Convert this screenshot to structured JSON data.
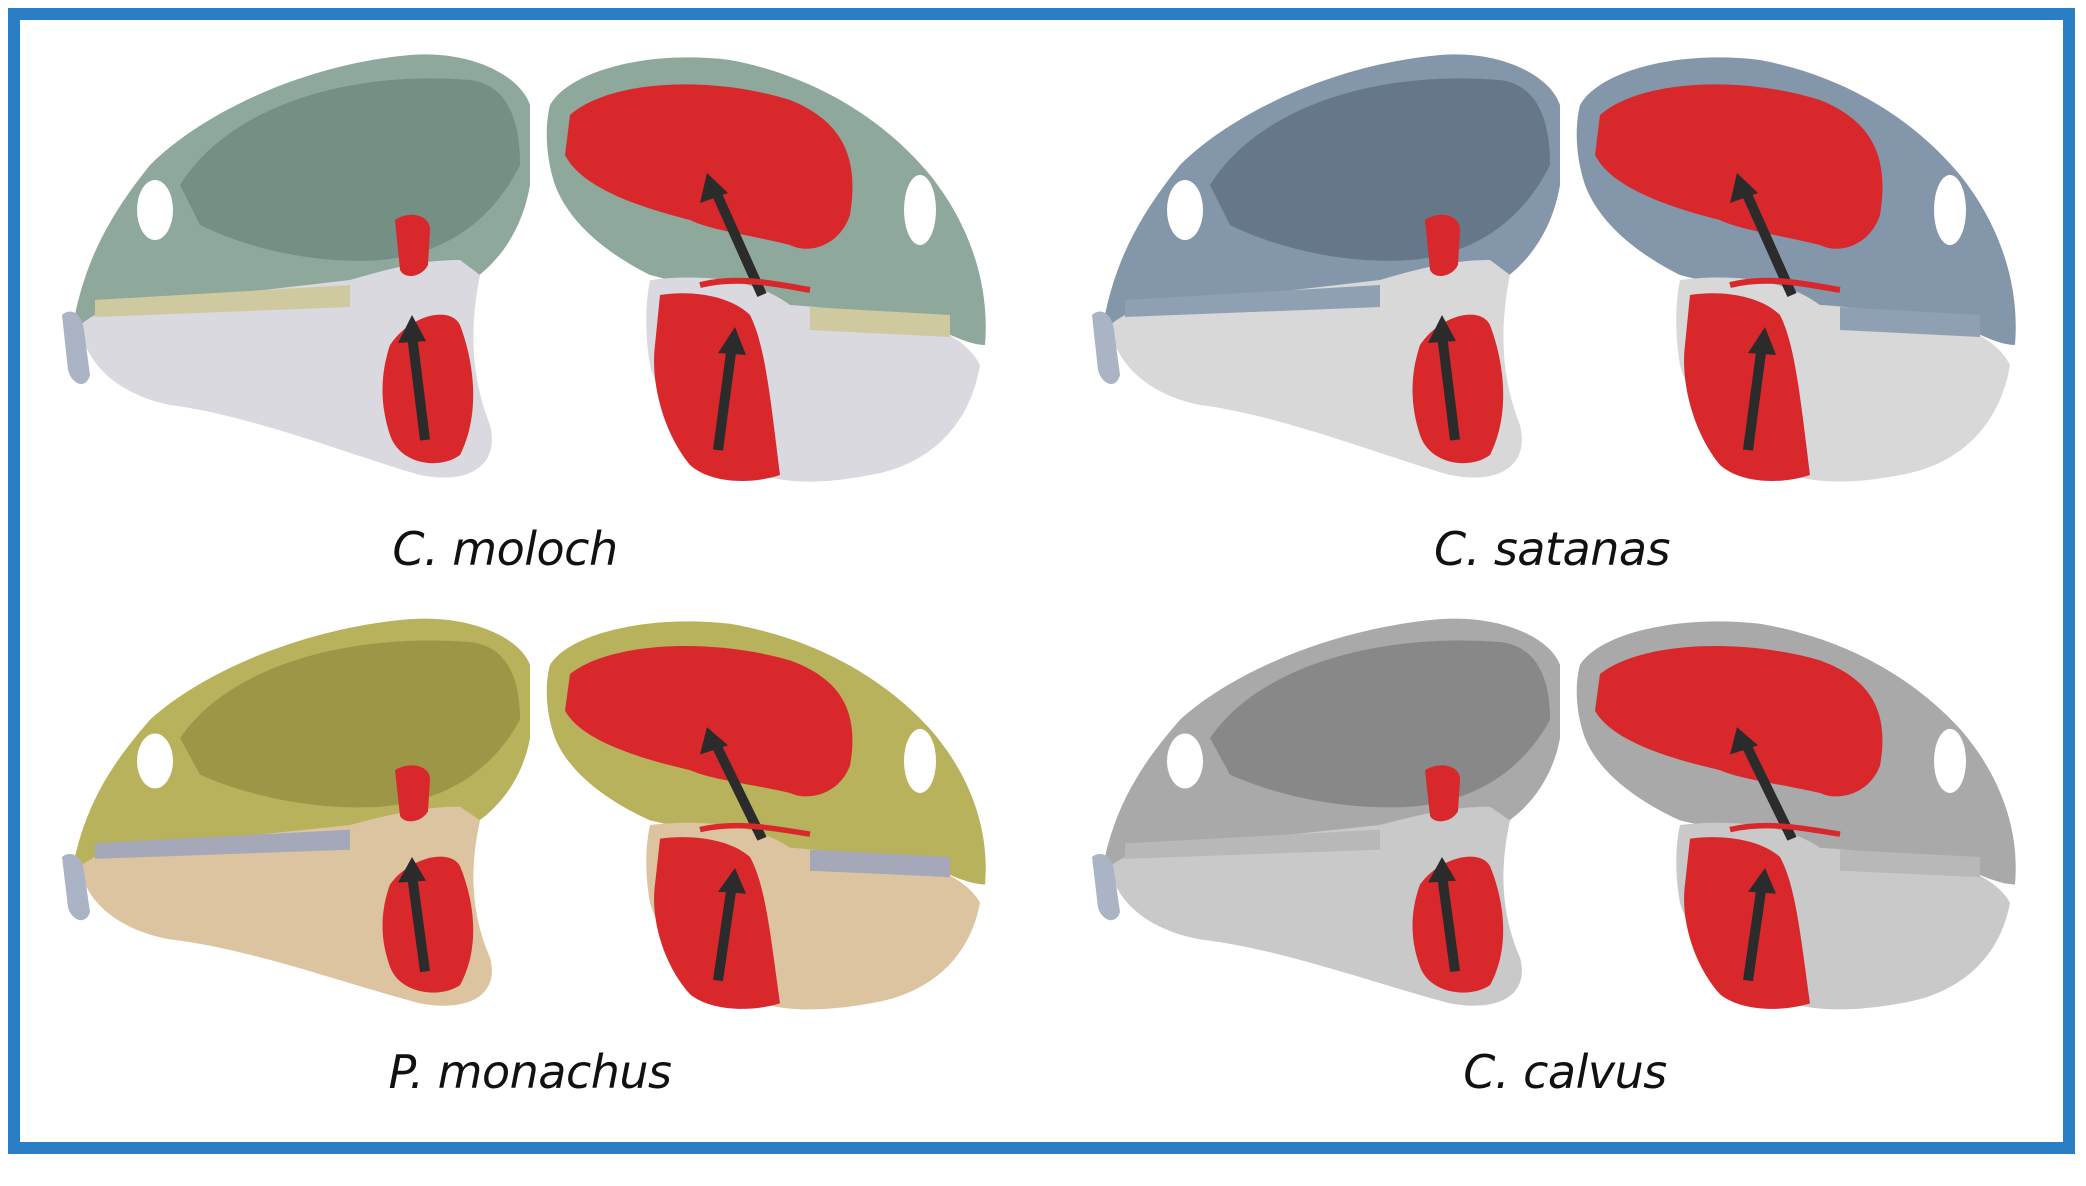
{
  "figure": {
    "border_color": "#2a7fc4",
    "muscle_color": "#d8282c",
    "arrow_color": "#2b2b2b",
    "panels": [
      {
        "label": "C. moloch",
        "cranium_color": "#8fa89c",
        "cranium_shade": "#5f7a70",
        "mandible_color": "#d9d9df",
        "teeth_color": "#cfc9a0"
      },
      {
        "label": "C. satanas",
        "cranium_color": "#8497aa",
        "cranium_shade": "#4c5c6c",
        "mandible_color": "#d8d8d8",
        "teeth_color": "#8ea0b2"
      },
      {
        "label": "P. monachus",
        "cranium_color": "#b9b25c",
        "cranium_shade": "#867f34",
        "mandible_color": "#ddc4a0",
        "teeth_color": "#a4a8b8"
      },
      {
        "label": "C. calvus",
        "cranium_color": "#a9a9a9",
        "cranium_shade": "#6d6d6d",
        "mandible_color": "#c9c9c9",
        "teeth_color": "#b8b8b8"
      }
    ]
  }
}
